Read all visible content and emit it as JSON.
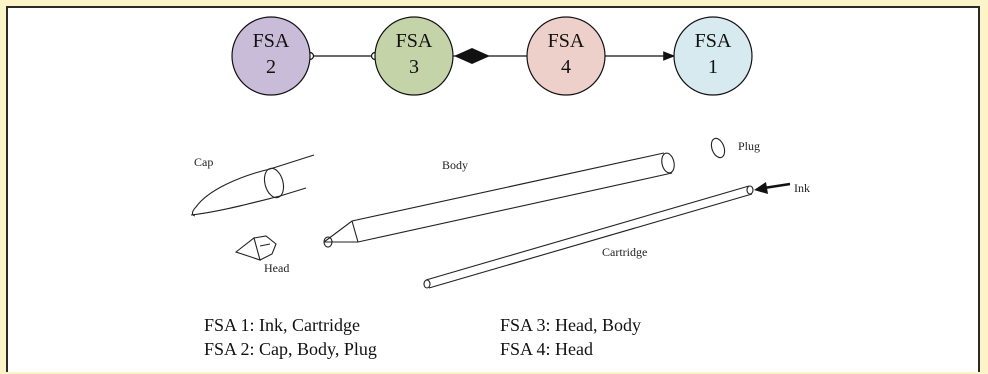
{
  "nodes": [
    {
      "id": "fsa2",
      "line1": "FSA",
      "line2": "2",
      "color": "#c9bcd8"
    },
    {
      "id": "fsa3",
      "line1": "FSA",
      "line2": "3",
      "color": "#c5d3a8"
    },
    {
      "id": "fsa4",
      "line1": "FSA",
      "line2": "4",
      "color": "#eed0ca"
    },
    {
      "id": "fsa1",
      "line1": "FSA",
      "line2": "1",
      "color": "#d6eaf0"
    }
  ],
  "edges": [
    {
      "from": "fsa2",
      "to": "fsa3",
      "style": "circle-both-ends"
    },
    {
      "from": "fsa3",
      "to": "fsa4",
      "style": "filled-diamond"
    },
    {
      "from": "fsa4",
      "to": "fsa1",
      "style": "arrow"
    }
  ],
  "drawing_labels": {
    "cap": "Cap",
    "body": "Body",
    "plug": "Plug",
    "ink": "Ink",
    "head": "Head",
    "cartridge": "Cartridge"
  },
  "legend": {
    "fsa1": "FSA 1: Ink, Cartridge",
    "fsa2": "FSA 2: Cap, Body, Plug",
    "fsa3": "FSA 3: Head, Body",
    "fsa4": "FSA 4: Head"
  },
  "colors": {
    "page_background": "#fdf3c9",
    "frame_border": "#2a2a2a"
  }
}
